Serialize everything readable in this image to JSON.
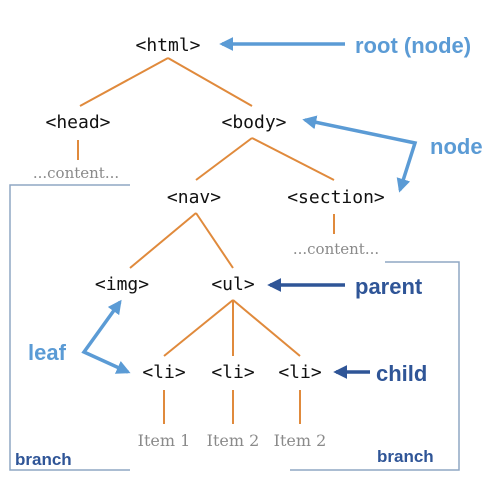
{
  "nodes": {
    "html": "<html>",
    "head": "<head>",
    "body": "<body>",
    "nav": "<nav>",
    "section": "<section>",
    "img": "<img>",
    "ul": "<ul>",
    "li1": "<li>",
    "li2": "<li>",
    "li3": "<li>"
  },
  "contents": {
    "head_content": "...content...",
    "section_content": "...content..."
  },
  "items": [
    "Item 1",
    "Item 2",
    "Item 2"
  ],
  "labels": {
    "root": "root (node)",
    "node": "node",
    "parent": "parent",
    "leaf": "leaf",
    "child": "child",
    "branch_left": "branch",
    "branch_right": "branch"
  },
  "colors": {
    "edge": "#e08a3c",
    "label_light": "#5b9bd5",
    "label_dark": "#2f5597",
    "content_text": "#8a8a8a",
    "branch_outline": "#8fa7c4"
  }
}
